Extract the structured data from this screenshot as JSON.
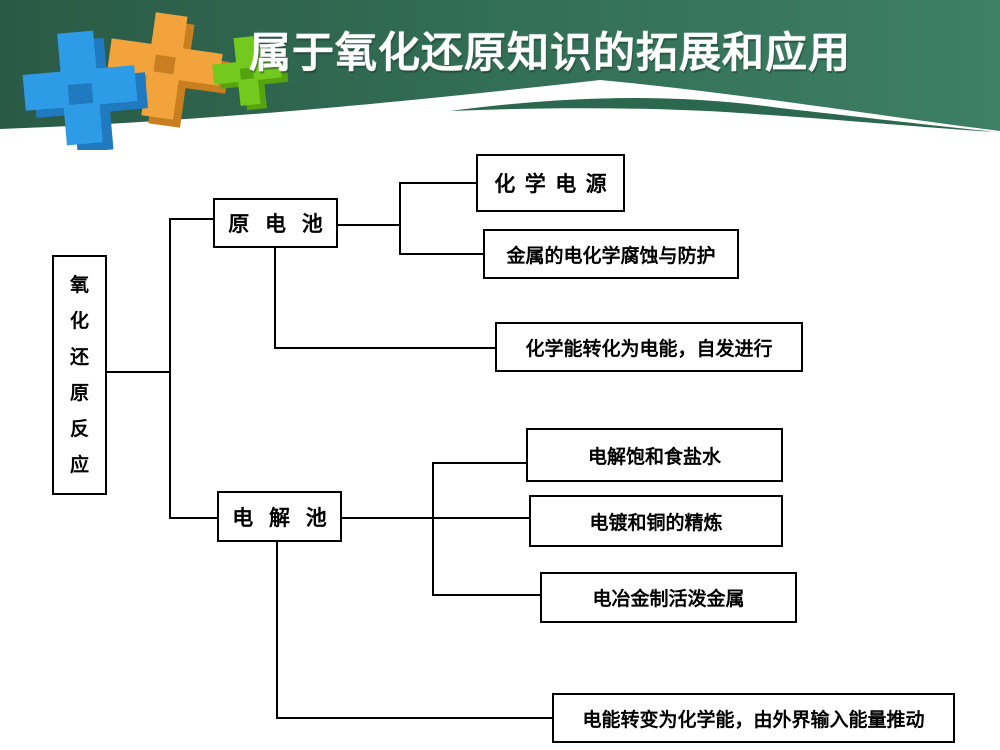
{
  "header": {
    "title": "属于氧化还原知识的拓展和应用",
    "background_color": "#35735A",
    "background_dark": "#2A5A45",
    "swoosh_color": "#2C6750"
  },
  "logo": {
    "pieces": [
      {
        "name": "orange-puzzle-piece",
        "color": "#F2A33C",
        "shade": "#C97F1F"
      },
      {
        "name": "blue-puzzle-piece",
        "color": "#2E9BE6",
        "shade": "#1F7AC0"
      },
      {
        "name": "green-puzzle-piece",
        "color": "#74C91E",
        "shade": "#55A30F"
      }
    ]
  },
  "diagram": {
    "root": {
      "label": "氧化还原反应",
      "chars": [
        "氧",
        "化",
        "还",
        "原",
        "反",
        "应"
      ]
    },
    "primary_cell": {
      "label": "原电池",
      "children": {
        "chemical_power": "化学电源",
        "corrosion": "金属的电化学腐蚀与防护",
        "note": "化学能转化为电能，自发进行"
      }
    },
    "electrolytic_cell": {
      "label": "电解池",
      "children": {
        "brine": "电解饱和食盐水",
        "plating": "电镀和铜的精炼",
        "metallurgy": "电冶金制活泼金属",
        "note": "电能转变为化学能，由外界输入能量推动"
      }
    }
  }
}
